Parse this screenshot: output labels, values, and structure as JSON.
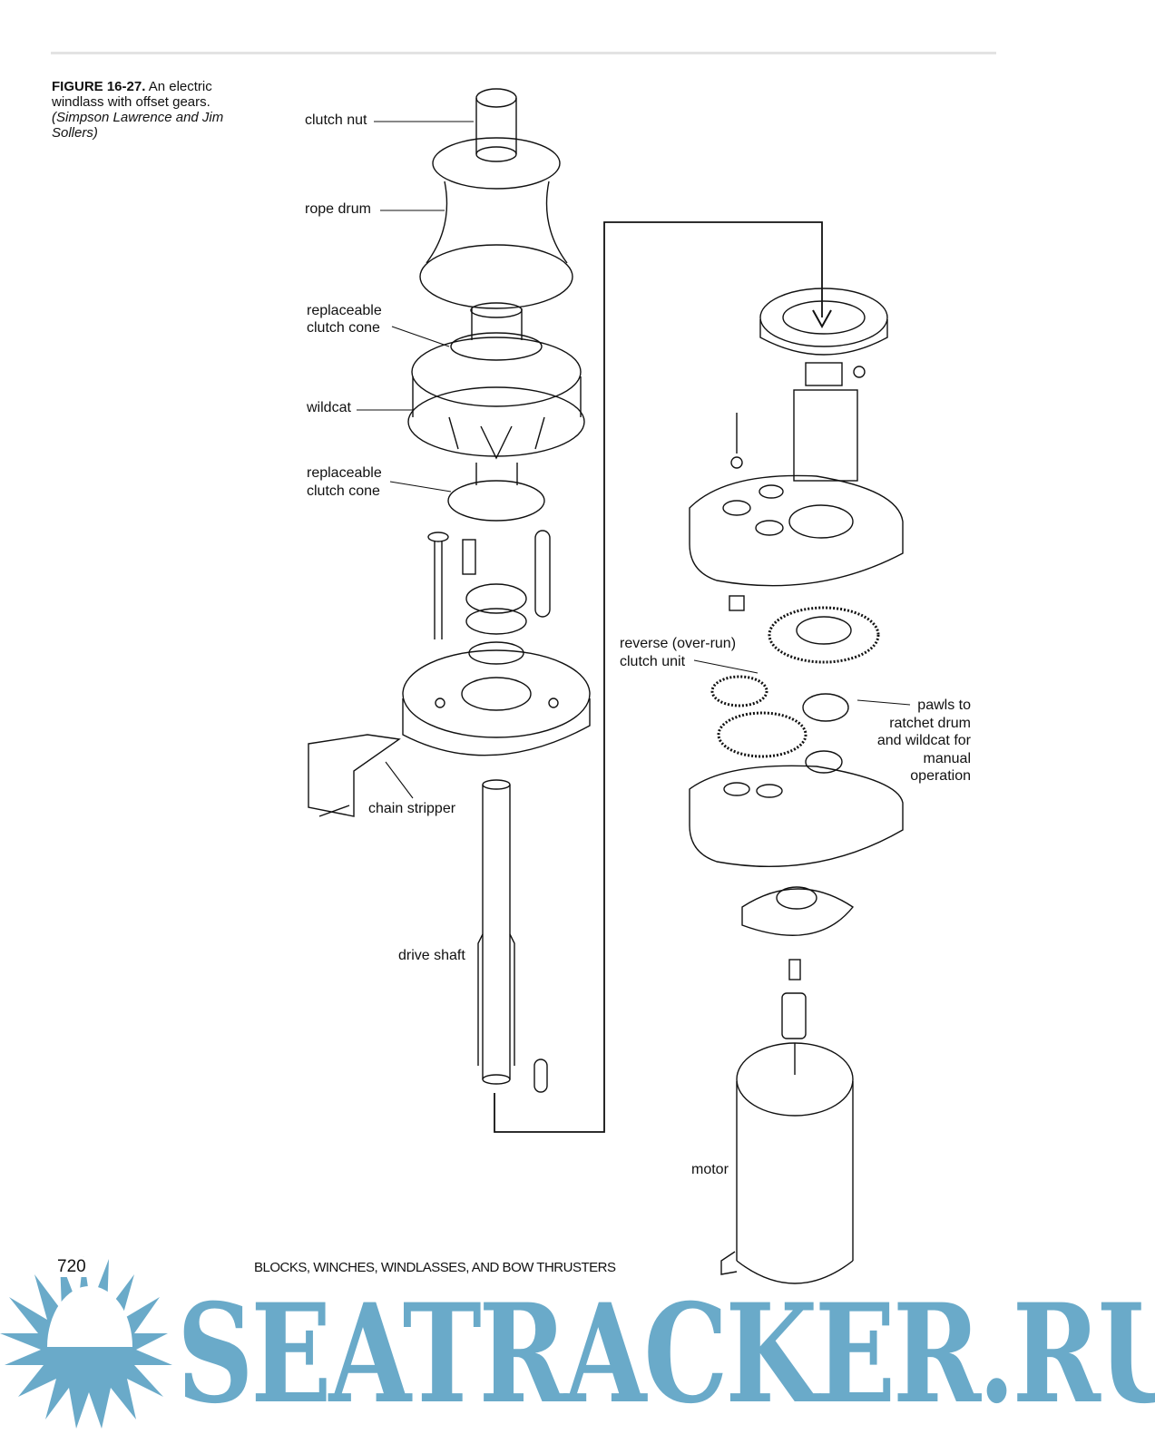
{
  "caption": {
    "figure_number": "FIGURE 16-27.",
    "text": "An electric windlass with offset gears.",
    "credit": "(Simpson Lawrence and Jim Sollers)"
  },
  "labels": {
    "clutch_nut": "clutch nut",
    "rope_drum": "rope drum",
    "clutch_cone_top_1": "replaceable",
    "clutch_cone_top_2": "clutch cone",
    "wildcat": "wildcat",
    "clutch_cone_bottom_1": "replaceable",
    "clutch_cone_bottom_2": "clutch cone",
    "chain_stripper": "chain stripper",
    "drive_shaft": "drive shaft",
    "reverse_clutch_1": "reverse (over-run)",
    "reverse_clutch_2": "clutch unit",
    "pawls_1": "pawls to",
    "pawls_2": "ratchet drum",
    "pawls_3": "and wildcat for",
    "pawls_4": "manual",
    "pawls_5": "operation",
    "motor": "motor"
  },
  "footer": {
    "page_number": "720",
    "running_head": "BLOCKS, WINCHES, WINDLASSES, AND BOW THRUSTERS"
  },
  "watermark": {
    "text": "SEATRACKER.RU",
    "color": "#6aaac9"
  }
}
